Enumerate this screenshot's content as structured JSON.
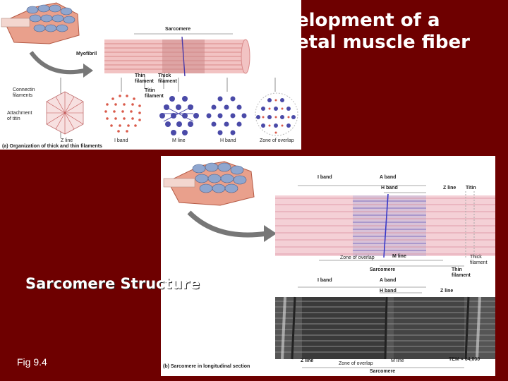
{
  "slide": {
    "title_line1": "elopment of a",
    "title_line2": "etal muscle fiber",
    "subtitle": "Sarcomere Structure",
    "fig_ref": "Fig 9.4"
  },
  "panel_a": {
    "sarcomere": "Sarcomere",
    "myofibril": "Myofibril",
    "thin_filament_1": "Thin",
    "thin_filament_2": "filament",
    "thick_filament_1": "Thick",
    "thick_filament_2": "filament",
    "titin_1": "Titin",
    "titin_2": "filament",
    "connectin_1": "Connectin",
    "connectin_2": "filaments",
    "attachment_1": "Attachment",
    "attachment_2": "of titin",
    "z_line": "Z line",
    "i_band": "I band",
    "m_line": "M line",
    "h_band": "H band",
    "zone_overlap": "Zone of overlap",
    "caption": "(a) Organization of thick and thin filaments"
  },
  "panel_b": {
    "i_band": "I band",
    "a_band": "A band",
    "h_band": "H band",
    "z_line": "Z line",
    "titin": "Titin",
    "zone_overlap": "Zone of overlap",
    "m_line": "M line",
    "sarcomere": "Sarcomere",
    "thick_1": "Thick",
    "thick_2": "filament",
    "thin_1": "Thin",
    "thin_2": "filament",
    "i_band_2": "I band",
    "a_band_2": "A band",
    "h_band_2": "H band",
    "z_line_2": "Z line",
    "z_line_3": "Z line",
    "zone_overlap_2": "Zone of overlap",
    "m_line_2": "M line",
    "tem": "TEM × 64,000",
    "sarcomere_2": "Sarcomere",
    "caption": "(b) Sarcomere in longitudinal section"
  }
}
